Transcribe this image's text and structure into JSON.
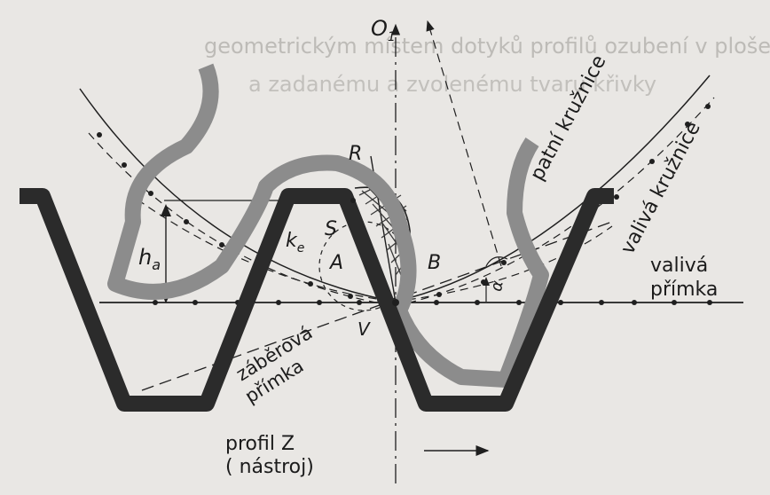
{
  "header_text": {
    "line1": "geometrickým místem dotyků profilů ozubení v ploše",
    "line2": "a zadanému a zvolenému tvaru křivky"
  },
  "labels": {
    "axis_o": "O",
    "axis_o_sub": "1",
    "r": "R",
    "s": "S",
    "ke": "k",
    "ke_sub": "e",
    "a": "A",
    "b": "B",
    "v": "V",
    "ha": "h",
    "ha_sub": "a",
    "alpha": "α",
    "patni": "patní kružnice",
    "valiva_kruznice": "valivá kružnice",
    "valiva_primka_1": "valivá",
    "valiva_primka_2": "přímka",
    "zaberova_1": "záběrová",
    "zaberova_2": "přímka",
    "profil_1": "profil Z",
    "profil_2": "( nástroj)"
  },
  "colors": {
    "tool": "#2b2b2b",
    "gear": "#8c8c8c",
    "line": "#1f1f1f",
    "hatch": "#3a3a3a"
  }
}
